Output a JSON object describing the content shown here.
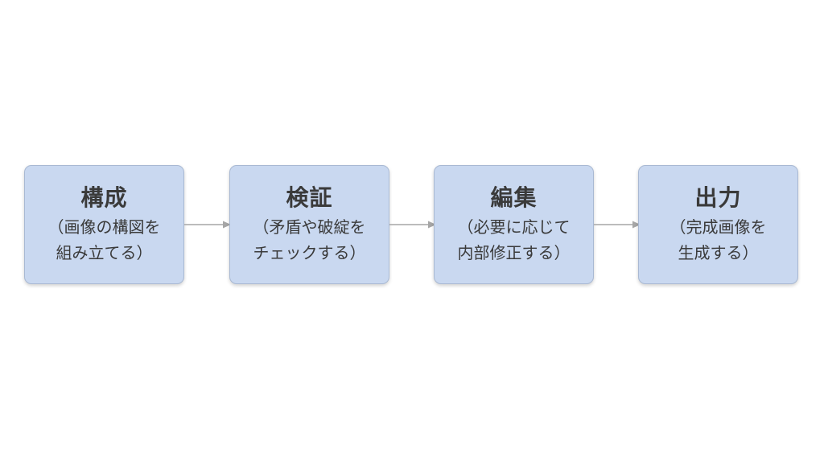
{
  "diagram": {
    "steps": [
      {
        "title": "構成",
        "description": "（画像の構図を\n組み立てる）"
      },
      {
        "title": "検証",
        "description": "（矛盾や破綻を\nチェックする）"
      },
      {
        "title": "編集",
        "description": "（必要に応じて\n内部修正する）"
      },
      {
        "title": "出力",
        "description": "（完成画像を\n生成する）"
      }
    ],
    "colors": {
      "box_fill": "#c9d8f0",
      "box_border": "#a9b9d3",
      "text": "#3a3a3a",
      "arrow": "#a6a6a6"
    }
  }
}
